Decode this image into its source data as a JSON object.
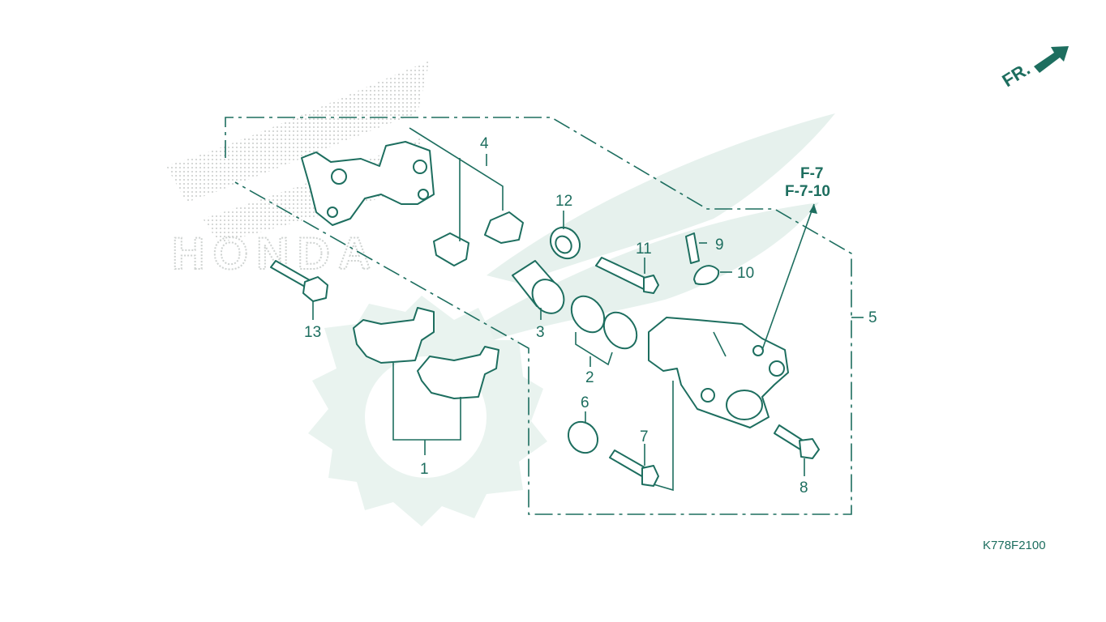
{
  "diagram_code": "K778F2100",
  "front_indicator": "FR.",
  "watermark_text": "HONDA",
  "references": [
    "F-7",
    "F-7-10"
  ],
  "callouts": {
    "c1": "1",
    "c2": "2",
    "c3": "3",
    "c4": "4",
    "c5": "5",
    "c6": "6",
    "c7": "7",
    "c8": "8",
    "c9": "9",
    "c10": "10",
    "c11": "11",
    "c12": "12",
    "c13": "13"
  },
  "colors": {
    "line": "#1d6e5f",
    "watermark": "#dfeee9",
    "background": "#ffffff"
  },
  "icons": [
    "front-arrow-icon",
    "honda-wing-watermark",
    "gear-watermark"
  ]
}
